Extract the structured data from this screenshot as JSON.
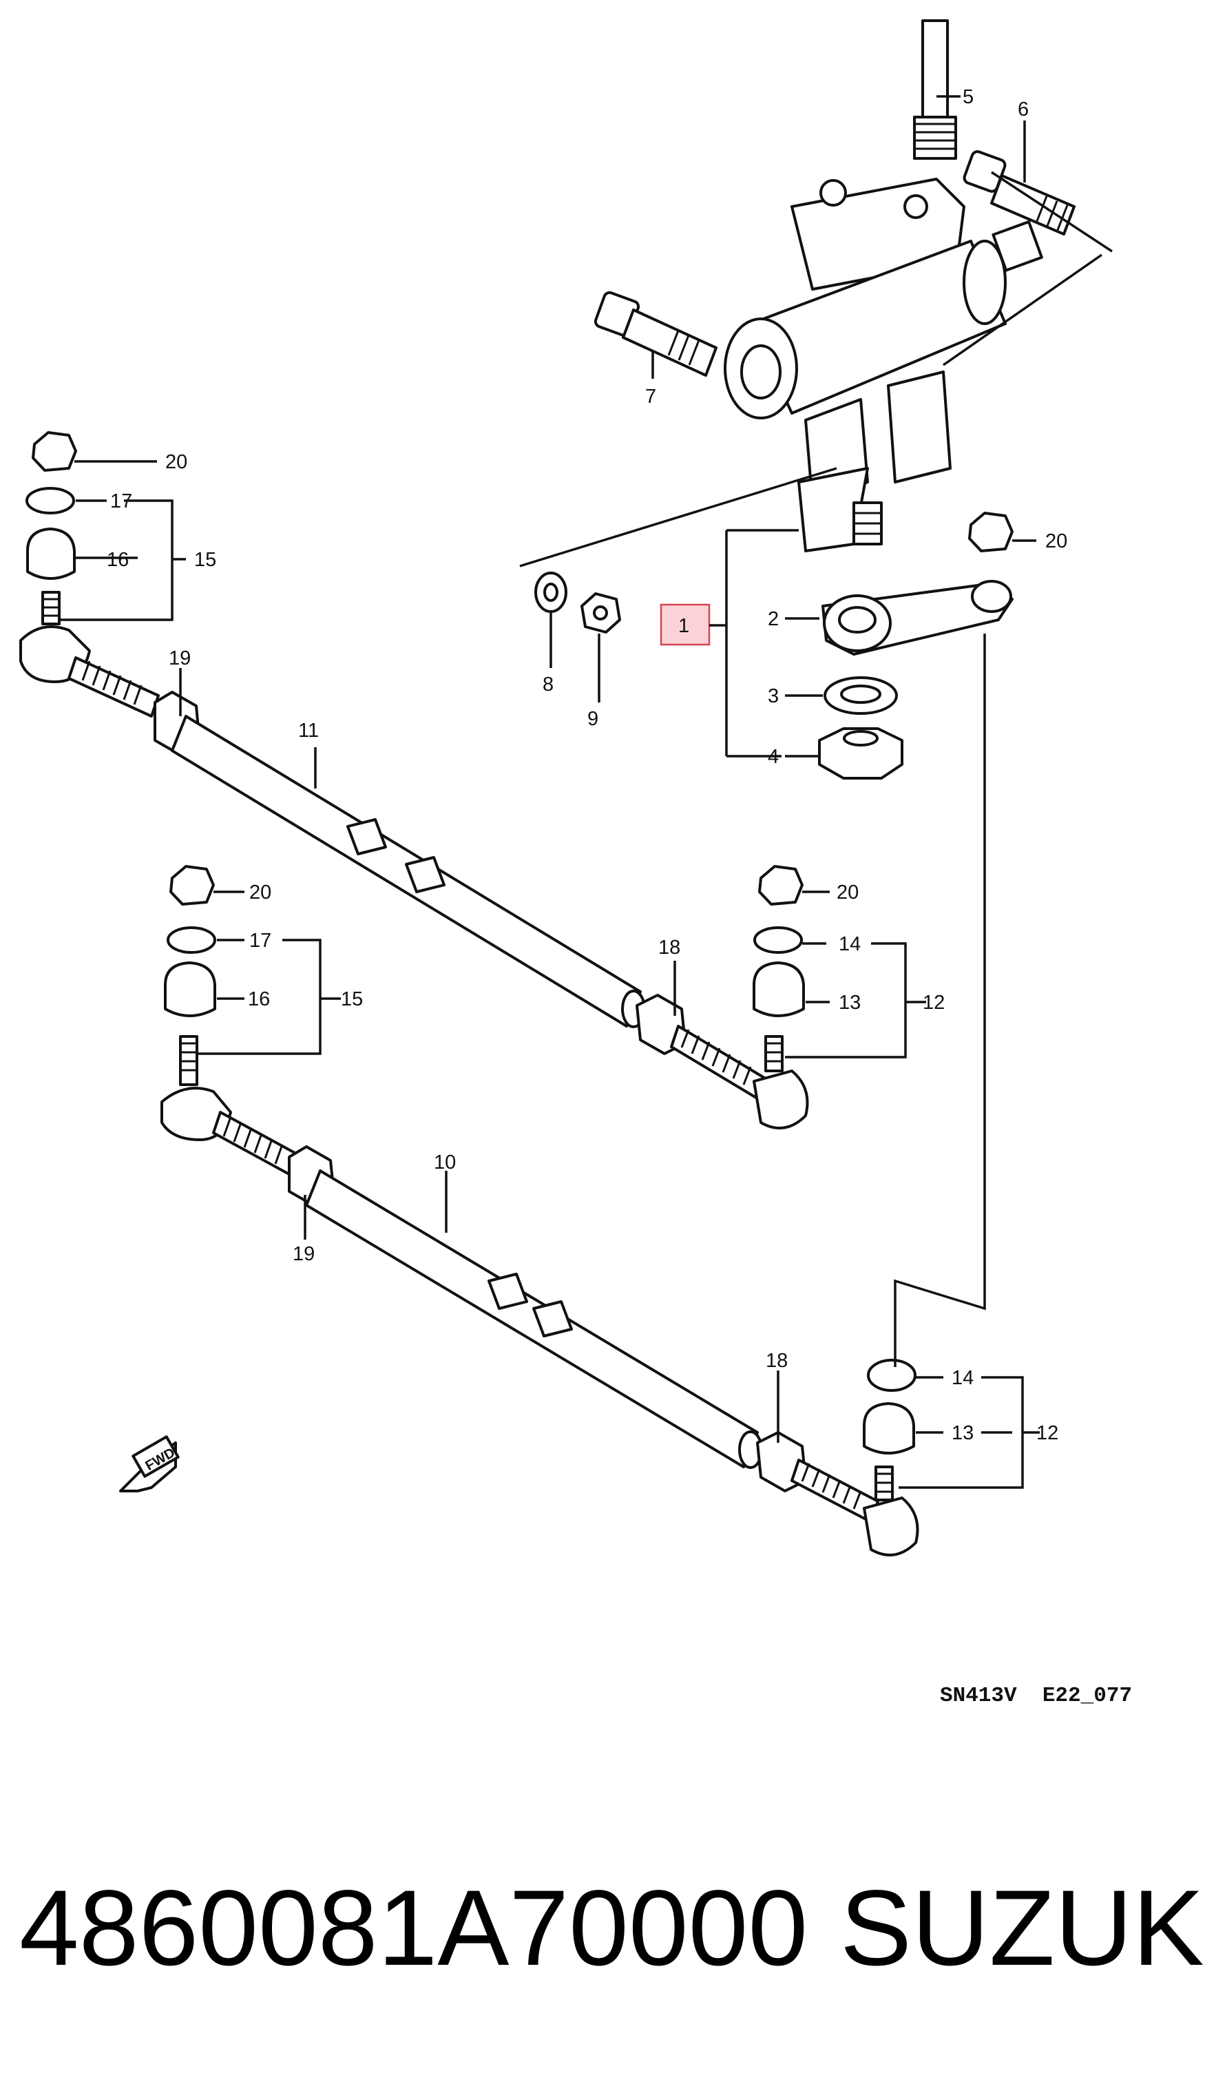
{
  "callouts": {
    "c1": "1",
    "c2": "2",
    "c3": "3",
    "c4": "4",
    "c5": "5",
    "c6": "6",
    "c7": "7",
    "c8": "8",
    "c9": "9",
    "c10": "10",
    "c11": "11",
    "c12a": "12",
    "c12b": "12",
    "c13a": "13",
    "c13b": "13",
    "c14a": "14",
    "c14b": "14",
    "c15a": "15",
    "c15b": "15",
    "c16a": "16",
    "c16b": "16",
    "c17a": "17",
    "c17b": "17",
    "c18a": "18",
    "c18b": "18",
    "c19a": "19",
    "c19b": "19",
    "c20a": "20",
    "c20b": "20",
    "c20c": "20",
    "c20d": "20"
  },
  "fwd_label": "FWD",
  "diagram_code": "SN413V  E22_077",
  "part_number": "4860081A70000",
  "brand": "SUZUKI",
  "colors": {
    "highlight_fill": "#fbd3d6",
    "highlight_stroke": "#d9434f",
    "ink": "#111111"
  }
}
